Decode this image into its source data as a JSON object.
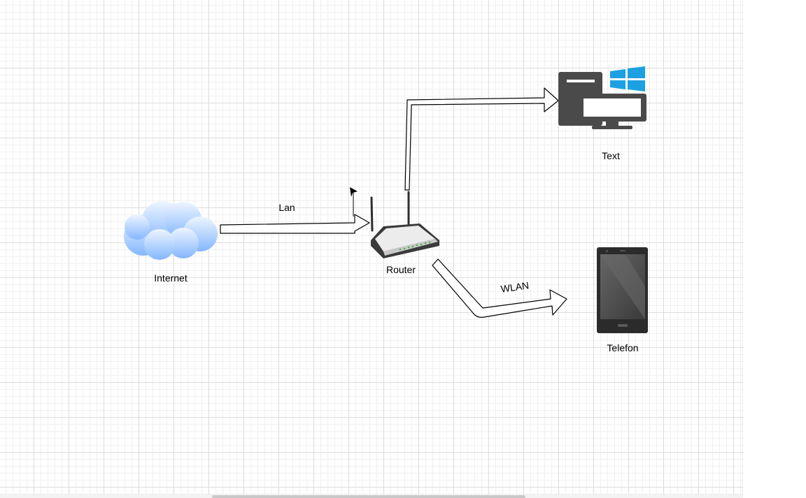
{
  "diagram": {
    "nodes": {
      "internet": {
        "label": "Internet"
      },
      "router": {
        "label": "Router"
      },
      "pc": {
        "label": "Text"
      },
      "phone": {
        "label": "Telefon"
      }
    },
    "edges": {
      "lan": {
        "label": "Lan"
      },
      "wlan": {
        "label": "WLAN"
      }
    }
  },
  "colors": {
    "cloud_top": "#e8f2ff",
    "cloud_bottom": "#86b9ff",
    "windows_blue": "#1ba1e2",
    "device_dark": "#4a4a4a"
  }
}
